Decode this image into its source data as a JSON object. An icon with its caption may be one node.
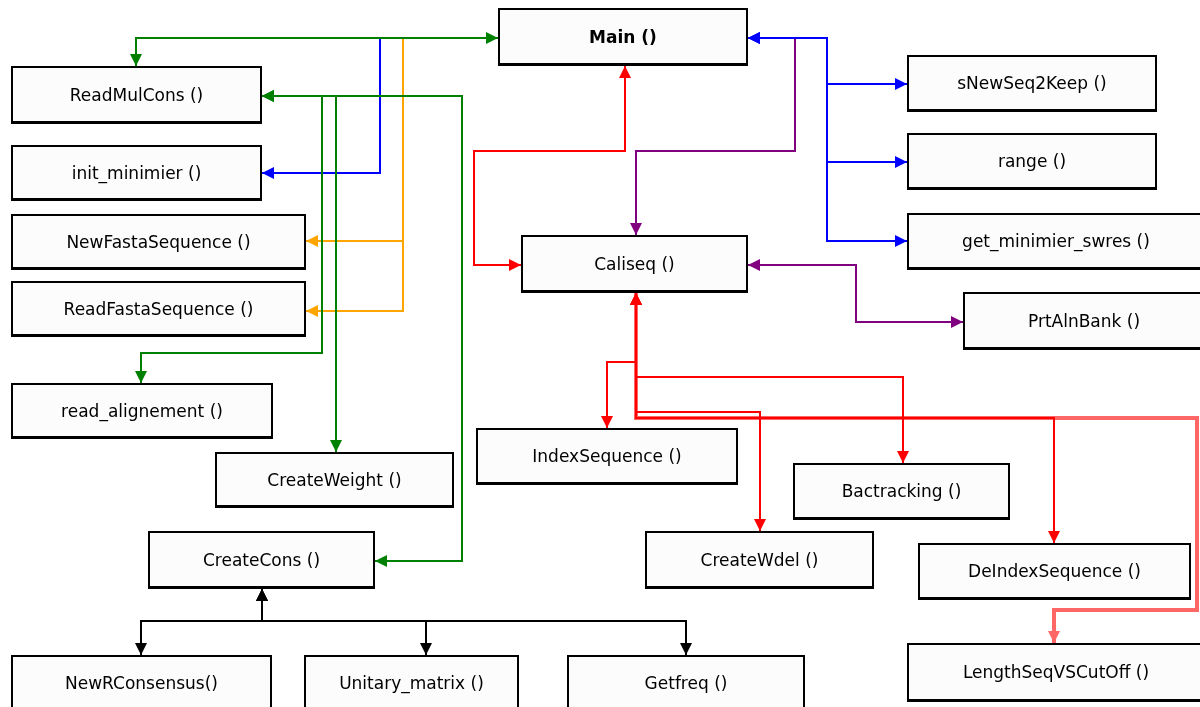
{
  "diagram": {
    "nodes": [
      {
        "text": [
          "Main ()"
        ]
      },
      {
        "text": [
          "ReadMulCons ()"
        ]
      },
      {
        "text": [
          "init_minimier ()"
        ]
      },
      {
        "text": [
          "NewFastaSequence ()"
        ]
      },
      {
        "text": [
          "ReadFastaSequence ()"
        ]
      },
      {
        "text": [
          "read_alignement ()"
        ]
      },
      {
        "text": [
          "CreateWeight ()"
        ]
      },
      {
        "text": [
          "CreateCons ()"
        ]
      },
      {
        "text": [
          "NewRConsensus()"
        ]
      },
      {
        "text": [
          "Unitary_matrix ()"
        ]
      },
      {
        "text": [
          "Getfreq ()"
        ]
      },
      {
        "text": [
          "sNewSeq2Keep ()"
        ]
      },
      {
        "text": [
          "range ()"
        ]
      },
      {
        "text": [
          "get_minimier_swres ()"
        ]
      },
      {
        "text": [
          "Caliseq ()"
        ]
      },
      {
        "text": [
          "PrtAlnBank ()"
        ]
      },
      {
        "text": [
          "IndexSequence ()"
        ]
      },
      {
        "text": [
          "Bactracking ()"
        ]
      },
      {
        "text": [
          "CreateWdel ()"
        ]
      },
      {
        "text": [
          "DeIndexSequence ()"
        ]
      },
      {
        "text": [
          "LengthSeqVSCutOff ()"
        ]
      }
    ],
    "edges": [
      {
        "from": 0,
        "to": 2,
        "arrow": "to",
        "color": "#0000ff"
      },
      {
        "from": 0,
        "to": 3,
        "arrow": "to",
        "color": "#ffa500"
      },
      {
        "from": 0,
        "to": 4,
        "arrow": "to",
        "color": "#ffa500"
      },
      {
        "from": 1,
        "to": 0,
        "arrow": "both",
        "color": "#008000"
      },
      {
        "from": 1,
        "to": 5,
        "arrow": "both",
        "color": "#008000"
      },
      {
        "from": 1,
        "to": 6,
        "arrow": "both",
        "color": "#008000"
      },
      {
        "from": 1,
        "to": 7,
        "arrow": "both",
        "color": "#008000"
      },
      {
        "from": 0,
        "to": 14,
        "arrow": "to",
        "color": "#800080"
      },
      {
        "from": 0,
        "to": 11,
        "arrow": "both",
        "color": "#0000ff"
      },
      {
        "from": 0,
        "to": 12,
        "arrow": "both",
        "color": "#0000ff"
      },
      {
        "from": 0,
        "to": 13,
        "arrow": "both",
        "color": "#0000ff"
      },
      {
        "from": 14,
        "to": 15,
        "arrow": "both",
        "color": "#800080"
      },
      {
        "from": 14,
        "to": 0,
        "arrow": "both",
        "color": "#ff0000"
      },
      {
        "from": 14,
        "to": 20,
        "arrow": "to",
        "style": "thick",
        "color": "#ff6666"
      },
      {
        "from": 14,
        "to": 16,
        "arrow": "both",
        "color": "#ff0000"
      },
      {
        "from": 14,
        "to": 17,
        "arrow": "both",
        "color": "#ff0000"
      },
      {
        "from": 14,
        "to": 18,
        "arrow": "both",
        "color": "#ff0000"
      },
      {
        "from": 14,
        "to": 19,
        "arrow": "both",
        "color": "#ff0000"
      },
      {
        "from": 7,
        "to": 8,
        "arrow": "both",
        "color": "#000000"
      },
      {
        "from": 7,
        "to": 9,
        "arrow": "both",
        "color": "#000000"
      },
      {
        "from": 7,
        "to": 10,
        "arrow": "both",
        "color": "#000000"
      }
    ]
  }
}
